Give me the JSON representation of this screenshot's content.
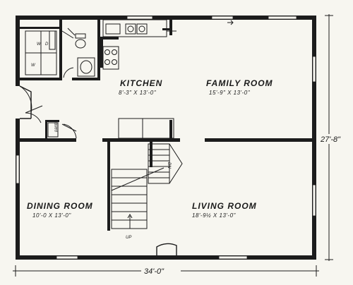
{
  "rooms": {
    "kitchen": {
      "name": "KITCHEN",
      "dims": "8'-3\" X 13'-0\""
    },
    "family_room": {
      "name": "FAMILY ROOM",
      "dims": "15'-9\" X 13'-0\""
    },
    "dining_room": {
      "name": "DINING ROOM",
      "dims": "10'-0 X 13'-0\""
    },
    "living_room": {
      "name": "LIVING ROOM",
      "dims": "18'-9½ X 13'-0\""
    }
  },
  "labels": {
    "pantry": "pantry",
    "washer": "W",
    "dryer": "D",
    "stair_down": "DN",
    "stair_up": "UP"
  },
  "dimensions": {
    "overall_width": "34'-0\"",
    "overall_depth": "27'-8\""
  }
}
